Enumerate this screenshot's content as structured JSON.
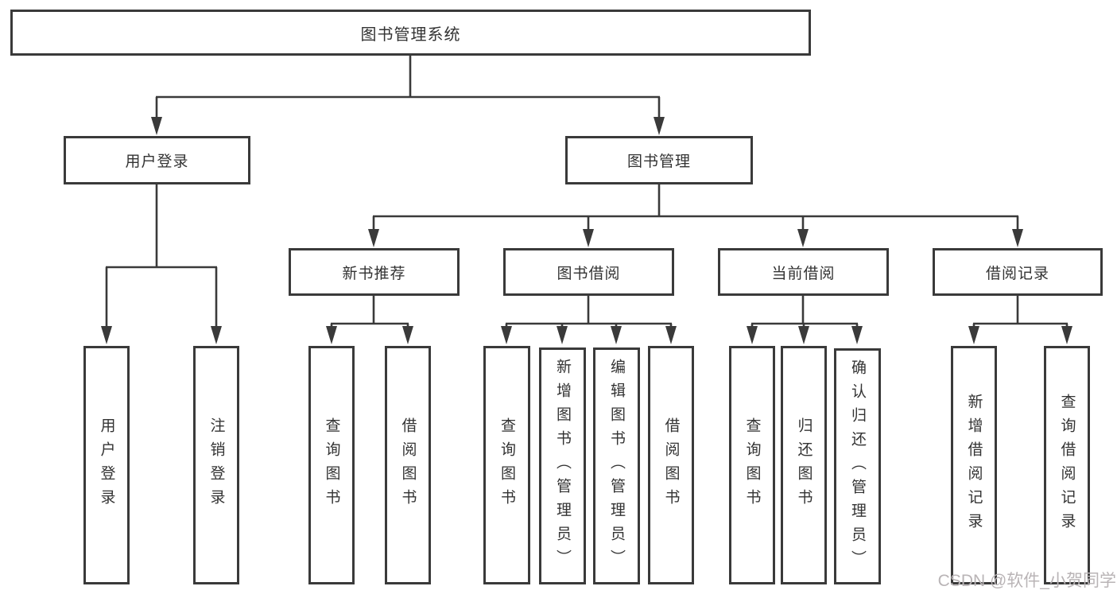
{
  "title": {
    "label": "图书管理系统"
  },
  "branches": {
    "user_login": {
      "label": "用户登录",
      "children": [
        {
          "label": "用户登录"
        },
        {
          "label": "注销登录"
        }
      ]
    },
    "book_management": {
      "label": "图书管理",
      "sections": [
        {
          "label": "新书推荐",
          "children": [
            {
              "label": "查询图书"
            },
            {
              "label": "借阅图书"
            }
          ]
        },
        {
          "label": "图书借阅",
          "children": [
            {
              "label": "查询图书"
            },
            {
              "label": "新增图书（管理员）"
            },
            {
              "label": "编辑图书（管理员）"
            },
            {
              "label": "借阅图书"
            }
          ]
        },
        {
          "label": "当前借阅",
          "children": [
            {
              "label": "查询图书"
            },
            {
              "label": "归还图书"
            },
            {
              "label": "确认归还（管理员）"
            }
          ]
        },
        {
          "label": "借阅记录",
          "children": [
            {
              "label": "新增借阅记录"
            },
            {
              "label": "查询借阅记录"
            }
          ]
        }
      ]
    }
  },
  "watermark": {
    "text": "CSDN @软件_小贺同学"
  },
  "colors": {
    "line": "#3a3a3a",
    "box_border": "#3a3a3a",
    "text": "#333333",
    "watermark": "#b9b4b6",
    "background": "#ffffff"
  }
}
